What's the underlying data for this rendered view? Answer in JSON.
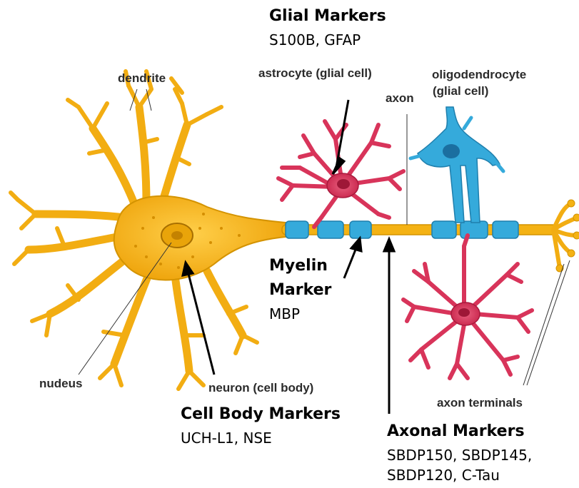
{
  "labels": {
    "dendrite": "dendrite",
    "nucleus": "nudeus",
    "neuron": "neuron (cell body)",
    "astrocyte": "astrocyte (glial cell)",
    "axon": "axon",
    "oligo_line1": "oligodendrocyte",
    "oligo_line2": "(glial cell)",
    "axon_terminals": "axon terminals"
  },
  "markers": {
    "glial": {
      "title": "Glial Markers",
      "items": "S100B, GFAP"
    },
    "myelin": {
      "title_line1": "Myelin",
      "title_line2": "Marker",
      "items": "MBP"
    },
    "cell_body": {
      "title": "Cell Body Markers",
      "items": "UCH-L1, NSE"
    },
    "axonal": {
      "title": "Axonal Markers",
      "items_line1": "SBDP150, SBDP145,",
      "items_line2": "SBDP120, C-Tau"
    }
  },
  "colors": {
    "neuron": "#f4b214",
    "neuron_outline": "#c98a00",
    "astrocyte": "#d8345a",
    "myelin": "#33a9d9",
    "text": "#000000"
  }
}
